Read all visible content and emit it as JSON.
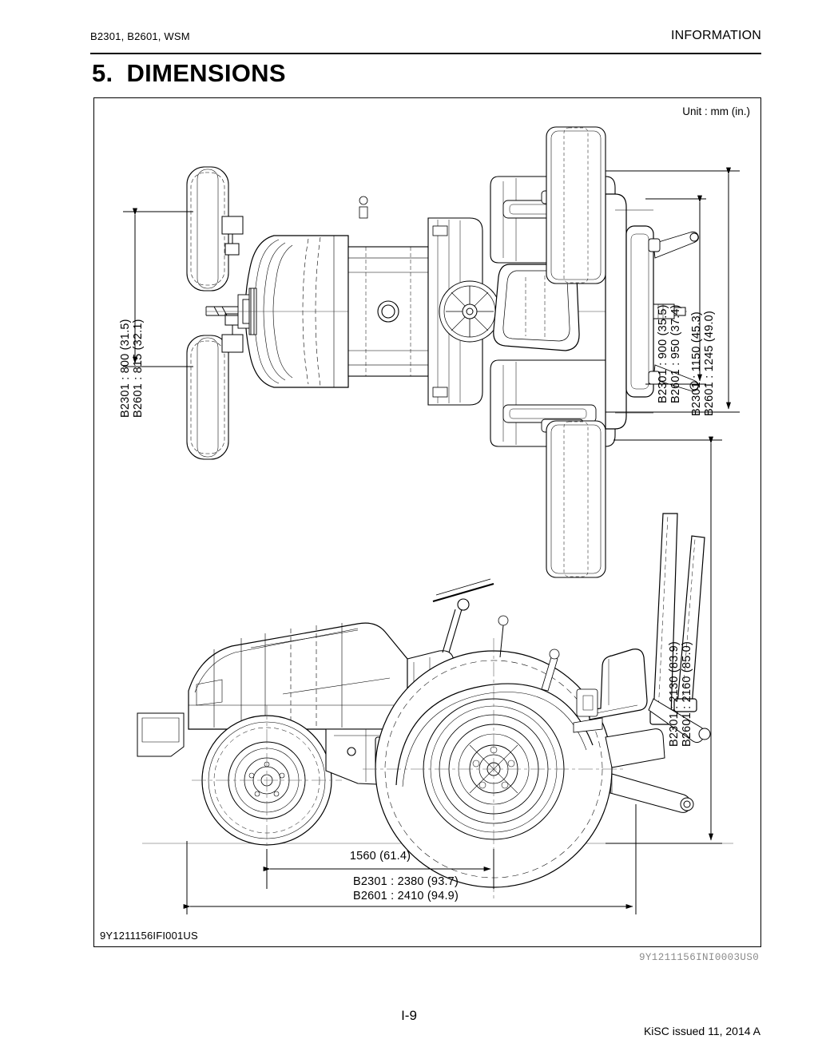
{
  "header": {
    "left": "B2301, B2601, WSM",
    "right": "INFORMATION"
  },
  "title": {
    "number": "5.",
    "text": "DIMENSIONS"
  },
  "figure": {
    "unit_label": "Unit : mm (in.)",
    "figure_code": "9Y1211156IFI001US",
    "sub_code": "9Y1211156INI0003US0",
    "top_view": {
      "name": "tractor-top-view",
      "dimensions": {
        "front_tread": {
          "b2301": "B2301 : 800 (31.5)",
          "b2601": "B2601 : 815 (32.1)"
        },
        "rear_tread": {
          "b2301": "B2301 : 900 (35.5)",
          "b2601": "B2601 : 950 (37.4)"
        },
        "overall_width": {
          "b2301": "B2301 : 1150 (45.3)",
          "b2601": "B2601 : 1245 (49.0)"
        }
      }
    },
    "side_view": {
      "name": "tractor-side-view",
      "dimensions": {
        "overall_height": {
          "b2301": "B2301 : 2130 (83.9)",
          "b2601": "B2601 : 2160 (85.0)"
        },
        "wheelbase": "1560 (61.4)",
        "overall_length": {
          "b2301": "B2301 : 2380 (93.7)",
          "b2601": "B2601 : 2410 (94.9)"
        }
      }
    }
  },
  "footer": {
    "page_number": "I-9",
    "issued": "KiSC issued 11, 2014 A"
  },
  "colors": {
    "ink": "#000000",
    "light_line": "#9a9a9a",
    "sub_code": "#8a8a8a"
  }
}
